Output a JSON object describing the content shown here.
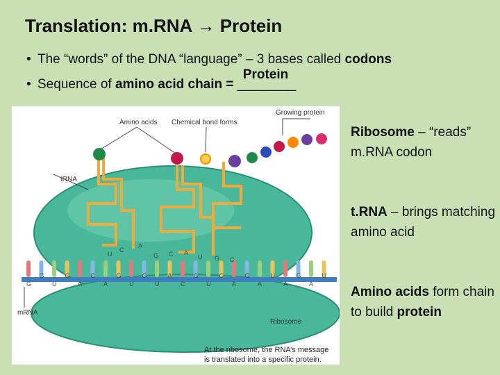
{
  "title": "Translation:  m.RNA → Protein",
  "bullets": [
    {
      "marker": "•",
      "before": "The “words” of the DNA “language” – 3 bases called ",
      "bold": "codons",
      "after": ""
    },
    {
      "marker": "•",
      "before": "Sequence of ",
      "bold": "amino acid chain = ",
      "blank_line": "________",
      "answer": "Protein"
    }
  ],
  "figure": {
    "labels": {
      "amino_acids": "Amino acids",
      "chemical_bond": "Chemical bond forms",
      "growing_protein": "Growing protein",
      "trna": "tRNA",
      "mrna": "mRNA",
      "ribosome": "Ribosome"
    },
    "caption_lines": [
      "At the ribosome, the RNA’s message",
      "is translated into a specific protein."
    ],
    "bases": [
      "G",
      "G",
      "U",
      "G",
      "A",
      "C",
      "A",
      "G",
      "U",
      "G",
      "U",
      "A",
      "C",
      "G",
      "U",
      "C",
      "A",
      "G",
      "A",
      "U",
      "A",
      "G",
      "A",
      "U"
    ],
    "codon_letters": [
      {
        "a": "C"
      },
      {
        "a": "A"
      },
      {
        "a": "U"
      },
      {
        "a": "G"
      },
      {
        "a": "C"
      },
      {
        "a": "A"
      },
      {
        "a": "U"
      },
      {
        "a": "G"
      },
      {
        "a": "C"
      }
    ],
    "colors": {
      "ribosome": "#49b89a",
      "ribosome_dark": "#2a8f74",
      "trna": "#f2a93b",
      "amino_green": "#1e8a4a",
      "amino_red": "#c2184a",
      "amino_purple": "#6a3fa0",
      "amino_blue": "#2b4bb8"
    }
  },
  "side": [
    {
      "bold": "Ribosome",
      "text": " – “reads” m.RNA codon",
      "bold_tail": ""
    },
    {
      "bold": "t.RNA",
      "text": " – brings matching amino acid",
      "bold_tail": ""
    },
    {
      "bold": "Amino acids",
      "text": " form chain to build ",
      "bold_tail": "protein"
    }
  ]
}
